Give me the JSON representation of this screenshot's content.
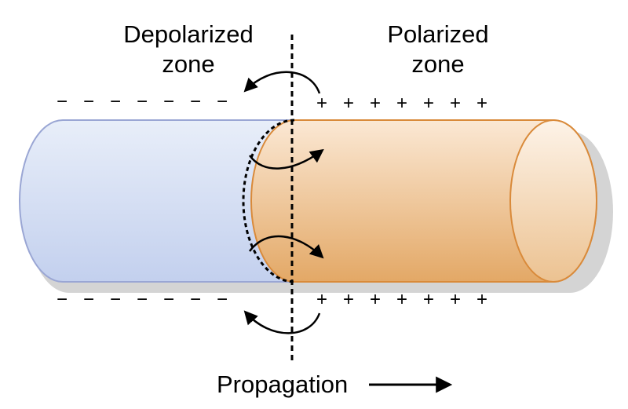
{
  "labels": {
    "depolarized_line1": "Depolarized",
    "depolarized_line2": "zone",
    "polarized_line1": "Polarized",
    "polarized_line2": "zone",
    "propagation": "Propagation"
  },
  "signs": {
    "negative": "−",
    "positive": "+",
    "negative_count_per_row": 7,
    "positive_count_per_row": 7
  },
  "colors": {
    "depolarized_fill_top": "#e8eef9",
    "depolarized_fill_bottom": "#c3d0ee",
    "depolarized_stroke": "#9aa6d4",
    "polarized_fill_top": "#fbe8d4",
    "polarized_fill_bottom": "#e3a866",
    "polarized_stroke": "#d98a3a",
    "shadow": "#cfcfcf",
    "ink": "#000000"
  }
}
